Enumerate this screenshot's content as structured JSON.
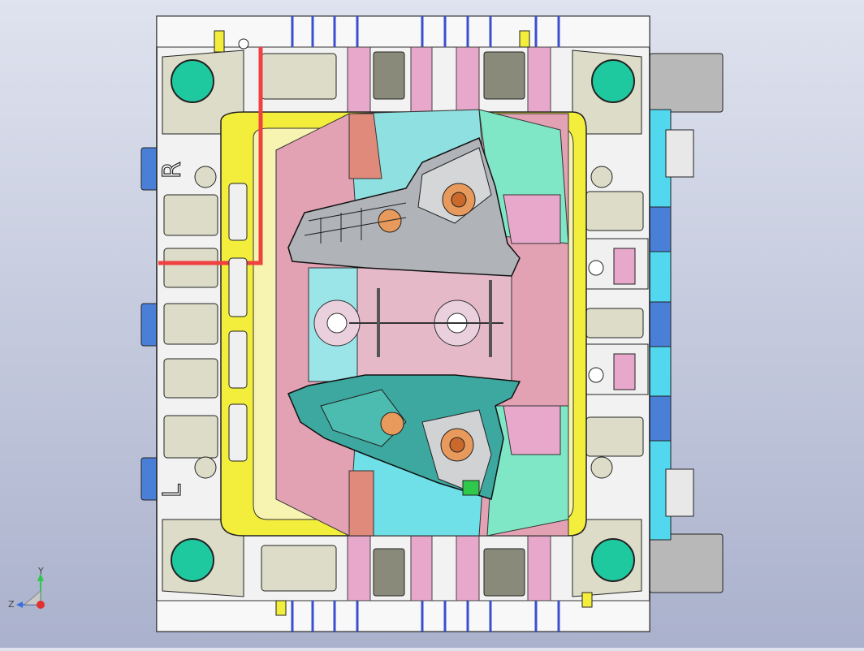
{
  "viewport": {
    "background_top": "#dfe3ef",
    "background_bottom": "#aab1cc"
  },
  "model": {
    "side_marker_top": "R",
    "side_marker_bottom": "L",
    "colors": {
      "plate": "#f2f2f2",
      "plate_edge": "#1a1a1a",
      "yellow_surface": "#f3ee3c",
      "pink_surface": "#e8a8cc",
      "cyan_surface": "#6fe0e8",
      "mint_surface": "#7fe6c6",
      "salmon_surface": "#e08a7c",
      "blue_clamp": "#4a7fd8",
      "cyan_clamp": "#52d8ee",
      "green_bushing": "#1ec9a0",
      "khaki_pad": "#dcdcc8",
      "red_line": "#f04040",
      "cylinder": "#b8b8b8"
    }
  },
  "triad": {
    "x_label": "",
    "y_label": "Y",
    "z_label": "Z"
  }
}
